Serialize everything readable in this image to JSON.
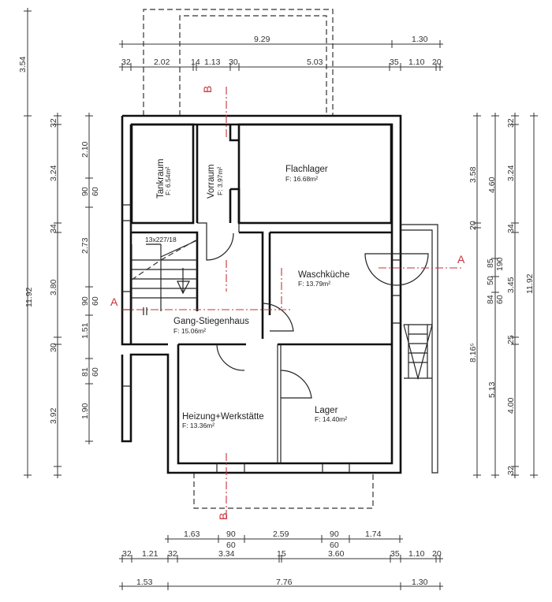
{
  "rooms": {
    "tankraum": {
      "name": "Tankraum",
      "area": "F: 6.54m²"
    },
    "vorraum": {
      "name": "Vorraum",
      "area": "F: 3.97m²"
    },
    "flachlager": {
      "name": "Flachlager",
      "area": "F: 16.68m²"
    },
    "waschkueche": {
      "name": "Waschküche",
      "area": "F: 13.79m²"
    },
    "gang": {
      "name": "Gang-Stiegenhaus",
      "area": "F: 15.06m²"
    },
    "heizung": {
      "name": "Heizung+Werkstätte",
      "area": "F: 13.36m²"
    },
    "lager": {
      "name": "Lager",
      "area": "F: 14.40m²"
    }
  },
  "stair_label": "13x227/18",
  "sections": {
    "a_left": "A",
    "a_right": "A",
    "b_top": "B",
    "b_bottom": "B"
  },
  "dims": {
    "top1": [
      "9.29",
      "1.30"
    ],
    "top2": [
      "32",
      "2.02",
      "14",
      "1.13",
      "30",
      "5.03",
      "35",
      "1.10",
      "20"
    ],
    "left_outer": [
      "3.54",
      "11.92"
    ],
    "left_mid": [
      "32",
      "3.24",
      "34",
      "3.80",
      "30",
      "3.92"
    ],
    "left_inner": [
      "2.10",
      "90",
      "60",
      "2.73",
      "90",
      "60",
      "1.51",
      "81",
      "60",
      "1.90"
    ],
    "right1": [
      "3.58",
      "20",
      "8.16⁵"
    ],
    "right2": [
      "4.60",
      "85",
      "190",
      "50",
      "84",
      "60",
      "5.13"
    ],
    "right3": [
      "32",
      "3.24",
      "34",
      "3.45",
      "25",
      "4.00",
      "32"
    ],
    "right4": [
      "11.92"
    ],
    "bottom1": [
      "1.63",
      "90",
      "60",
      "2.59",
      "90",
      "60",
      "1.74"
    ],
    "bottom2": [
      "32",
      "1.21",
      "32",
      "3.34",
      "15",
      "3.60",
      "35",
      "1.10",
      "20"
    ],
    "bottom3": [
      "1.53",
      "7.76",
      "1.30"
    ]
  }
}
